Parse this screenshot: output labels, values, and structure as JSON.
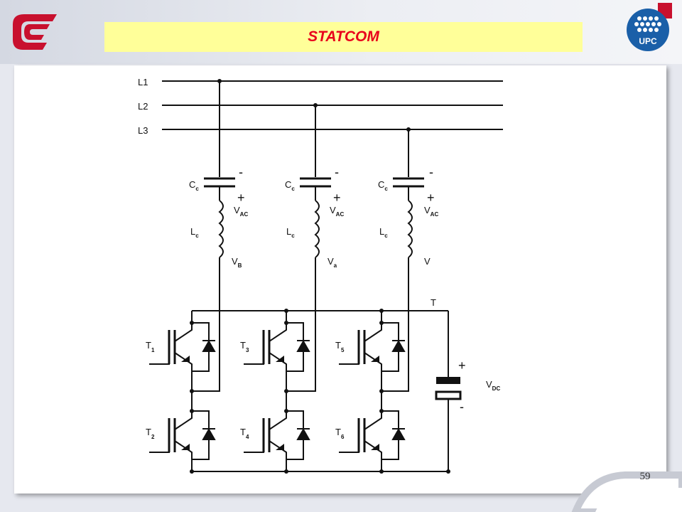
{
  "slide": {
    "title": "STATCOM",
    "page_number": "59",
    "title_color": "#e8001c",
    "title_bar_color": "#ffff99"
  },
  "logos": {
    "left": "cc-logo",
    "right": "upc-logo",
    "right_text": "UPC"
  },
  "diagram": {
    "lines": [
      "L1",
      "L2",
      "L3"
    ],
    "phases": [
      {
        "cap": "C",
        "cap_sub": "c",
        "vac": "V",
        "vac_sub": "AC",
        "ind": "L",
        "ind_sub": "c",
        "v": "V",
        "v_sub": "B",
        "minus": "-",
        "plus": "+"
      },
      {
        "cap": "C",
        "cap_sub": "c",
        "vac": "V",
        "vac_sub": "AC",
        "ind": "L",
        "ind_sub": "c",
        "v": "V",
        "v_sub": "a",
        "minus": "-",
        "plus": "+"
      },
      {
        "cap": "C",
        "cap_sub": "c",
        "vac": "V",
        "vac_sub": "AC",
        "ind": "L",
        "ind_sub": "c",
        "v": "V",
        "v_sub": "",
        "minus": "-",
        "plus": "+"
      }
    ],
    "transistors": [
      {
        "name": "T",
        "sub": "1"
      },
      {
        "name": "T",
        "sub": "3"
      },
      {
        "name": "T",
        "sub": "5"
      },
      {
        "name": "T",
        "sub": "2"
      },
      {
        "name": "T",
        "sub": "4"
      },
      {
        "name": "T",
        "sub": "6"
      }
    ],
    "dc": {
      "label": "V",
      "sub": "DC",
      "plus": "+",
      "minus": "-",
      "top_mark": "T"
    }
  }
}
